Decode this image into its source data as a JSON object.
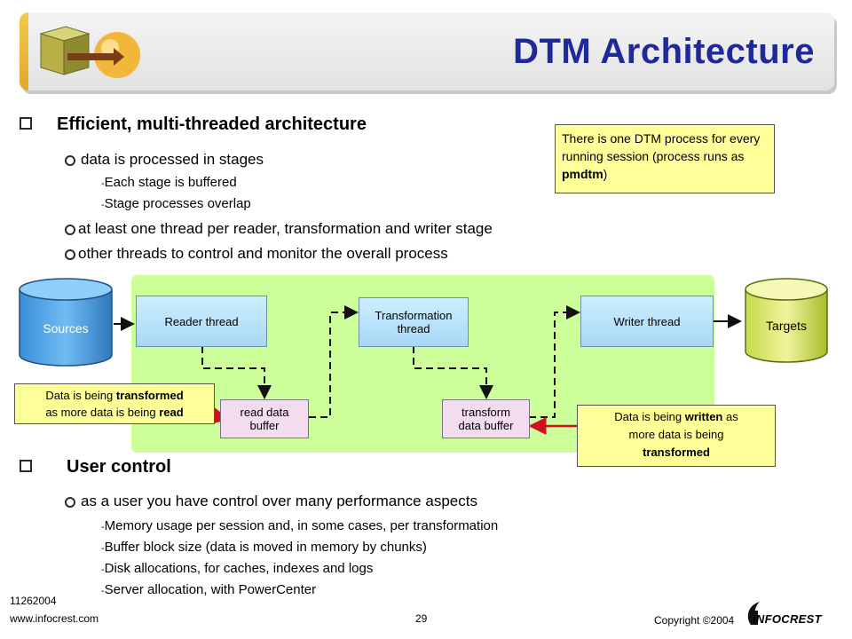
{
  "title": "DTM Architecture",
  "bullets": {
    "b1": "Efficient, multi-threaded architecture",
    "b1_sub1": "data is processed in stages",
    "b1_sub1_a": "Each stage is buffered",
    "b1_sub1_b": "Stage processes overlap",
    "b1_sub2": "at least one thread per reader, transformation and writer stage",
    "b1_sub3": "other threads to control and monitor the overall process",
    "b2": "User control",
    "b2_sub1": "as a user you have control over many performance aspects",
    "b2_sub1_a": "Memory usage per session and, in some cases, per transformation",
    "b2_sub1_b": "Buffer block size (data is moved in memory by chunks)",
    "b2_sub1_c": "Disk allocations, for caches, indexes and logs",
    "b2_sub1_d": "Server allocation, with PowerCenter",
    "dash": "-"
  },
  "callouts": {
    "process": {
      "pre": "There is one DTM process for every running session (process runs as ",
      "bold": "pmdtm",
      "post": ")"
    },
    "read": {
      "l1_pre": "Data is being ",
      "l1_bold": "transformed",
      "l2_pre": "as more data is being ",
      "l2_bold": "read"
    },
    "write": {
      "l1_pre": "Data is being ",
      "l1_bold": "written",
      "l1_post": " as",
      "l2": "more data is being",
      "l3_bold": "transformed"
    }
  },
  "diagram": {
    "sources": "Sources",
    "targets": "Targets",
    "reader": "Reader thread",
    "transformation_l1": "Transformation",
    "transformation_l2": "thread",
    "writer": "Writer thread",
    "read_buf_l1": "read data",
    "read_buf_l2": "buffer",
    "trans_buf_l1": "transform",
    "trans_buf_l2": "data buffer"
  },
  "footer": {
    "number": "11262004",
    "url": "www.infocrest.com",
    "page": "29",
    "copyright": "Copyright ©2004",
    "logo": "INFOCREST"
  },
  "colors": {
    "title": "#1f2a9a",
    "diagram_bg": "#ccff99",
    "callout_bg": "#ffff99",
    "sources_cyl": "#4aa3e6",
    "targets_cyl": "#d6e86a"
  }
}
